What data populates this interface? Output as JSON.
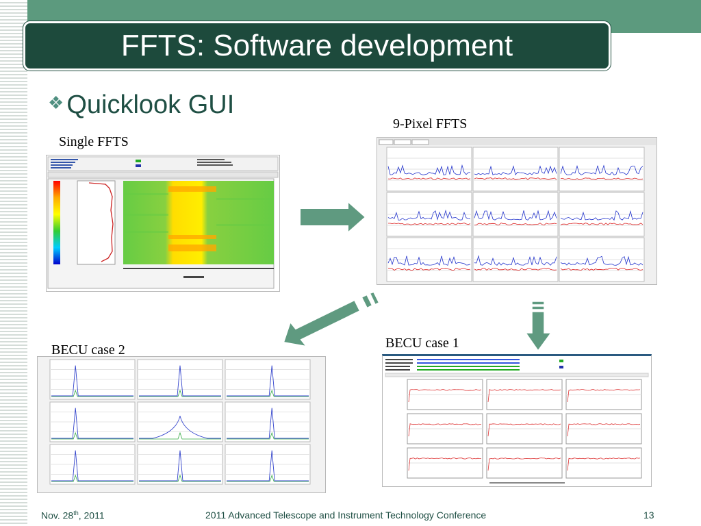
{
  "slide": {
    "title": "FFTS: Software development",
    "bullet": "Quicklook GUI",
    "labels": {
      "single": "Single FFTS",
      "ninepixel": "9-Pixel FFTS",
      "becu2": "BECU case 2",
      "becu1": "BECU case 1"
    },
    "footer": {
      "date_prefix": "Nov. 28",
      "date_sup": "th",
      "date_suffix": ", 2011",
      "conference": "2011 Advanced Telescope and Instrument Technology Conference",
      "page": "13"
    }
  },
  "icons": {
    "bullet": "diamond-cluster-icon",
    "arrow_right": "block-arrow-right-icon",
    "arrow_down_left": "block-arrow-down-left-icon",
    "arrow_down": "block-arrow-down-icon"
  },
  "colors": {
    "title_bg": "#1d4a3c",
    "top_band": "#5c9a7e",
    "accent_text": "#1f4f44",
    "arrow_fill": "#5f9a80"
  }
}
